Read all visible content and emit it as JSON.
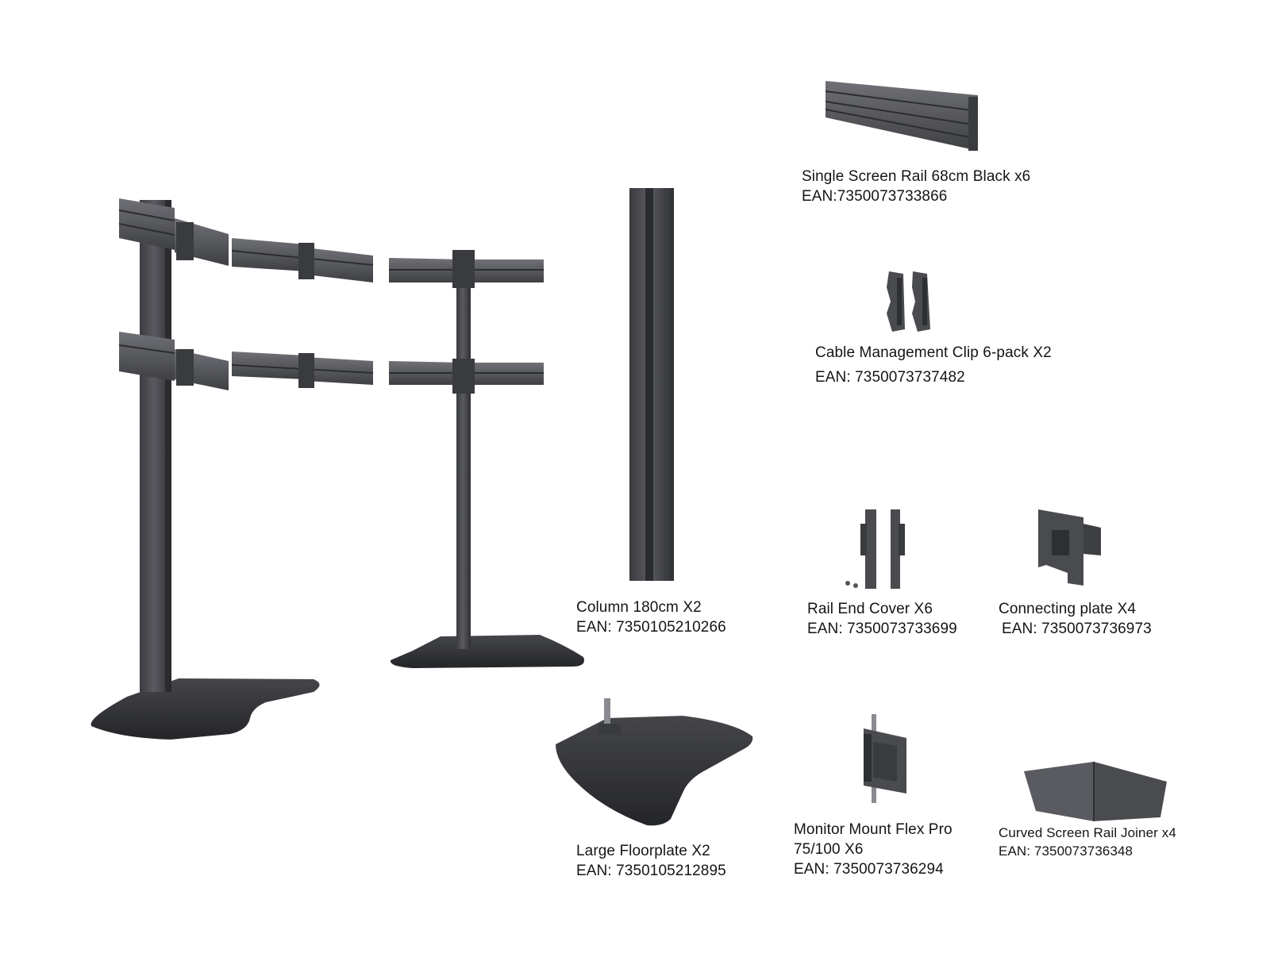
{
  "colors": {
    "metal": "#4a4b4f",
    "metal_dark": "#2e2f33",
    "metal_light": "#6a6b70",
    "text": "#151515",
    "background": "#ffffff"
  },
  "items": {
    "single_rail": {
      "name": "Single Screen Rail 68cm Black x6",
      "ean": "EAN:7350073733866"
    },
    "cable_clip": {
      "name": "Cable Management Clip 6-pack X2",
      "ean": "EAN: 7350073737482"
    },
    "column": {
      "name": "Column 180cm X2",
      "ean": "EAN: 7350105210266"
    },
    "rail_end_cover": {
      "name": "Rail End Cover X6",
      "ean": "EAN: 7350073733699"
    },
    "connecting_plate": {
      "name": "Connecting plate X4",
      "ean": "EAN: 7350073736973"
    },
    "floorplate": {
      "name": "Large Floorplate X2",
      "ean": "EAN: 7350105212895"
    },
    "monitor_mount": {
      "name_line1": "Monitor Mount Flex Pro",
      "name_line2": "75/100 X6",
      "ean": "EAN: 7350073736294"
    },
    "curved_joiner": {
      "name": "Curved Screen Rail Joiner x4",
      "ean": "EAN: 7350073736348"
    }
  }
}
